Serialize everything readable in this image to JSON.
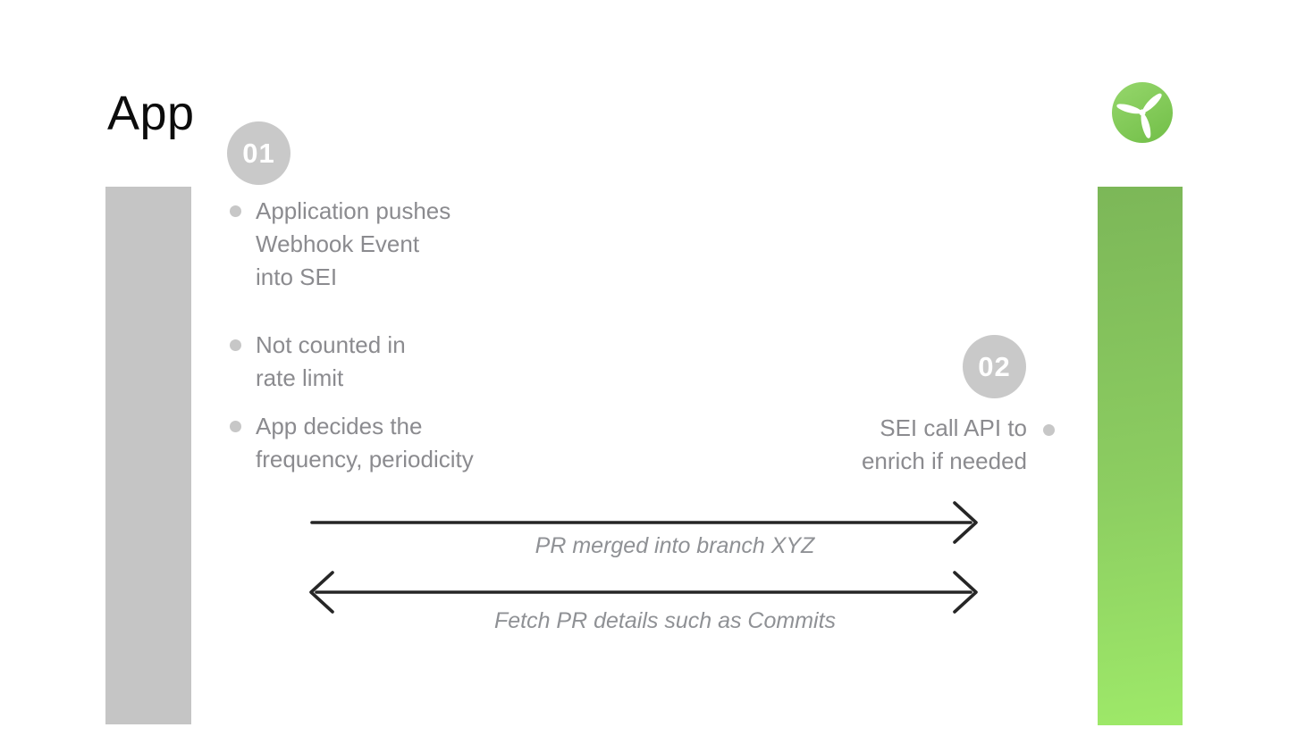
{
  "page": {
    "background": "#ffffff",
    "title": "App"
  },
  "logo": {
    "name": "propeller-logo",
    "circle_gradient_top": "#93d569",
    "circle_gradient_bottom": "#74c04a",
    "blade_color": "#ffffff"
  },
  "bars": {
    "left_color": "#c5c5c5",
    "right_gradient_top": "#7cb758",
    "right_gradient_bottom": "#9ee969"
  },
  "steps": [
    {
      "number": "01",
      "bullets": [
        "Application pushes\nWebhook Event\ninto SEI",
        "Not counted in\nrate limit",
        "App decides the\nfrequency, periodicity"
      ]
    },
    {
      "number": "02",
      "bullets": [
        "SEI call API to\nenrich if needed"
      ]
    }
  ],
  "arrows": [
    {
      "direction": "right",
      "label": "PR merged into branch XYZ"
    },
    {
      "direction": "both",
      "label": "Fetch PR details such as Commits"
    }
  ],
  "colors": {
    "arrow": "#262626",
    "body_text": "#8b8b8f",
    "label_text": "#8f9195",
    "badge_bg": "#c9c9c9",
    "badge_text": "#ffffff",
    "bullet_dot": "#c7c7c7",
    "title_text": "#0c0c0c"
  }
}
